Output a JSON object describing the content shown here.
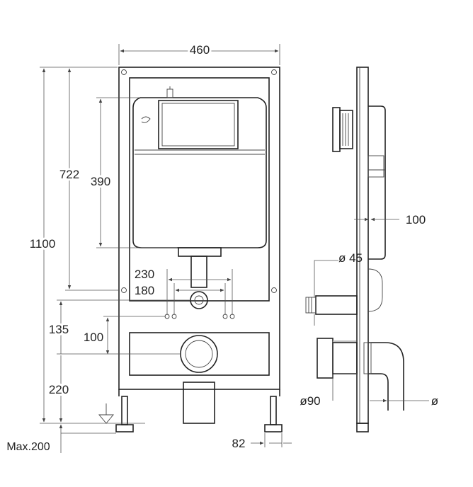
{
  "dimensions": {
    "width_460": "460",
    "height_1100": "1100",
    "height_722": "722",
    "height_390": "390",
    "spacing_230": "230",
    "spacing_180": "180",
    "height_135": "135",
    "height_100": "100",
    "height_220": "220",
    "max_200": "Max.200",
    "foot_82": "82",
    "depth_100": "100",
    "dia_45": "ø 45",
    "dia_90": "ø90",
    "dia_plain": "ø"
  }
}
